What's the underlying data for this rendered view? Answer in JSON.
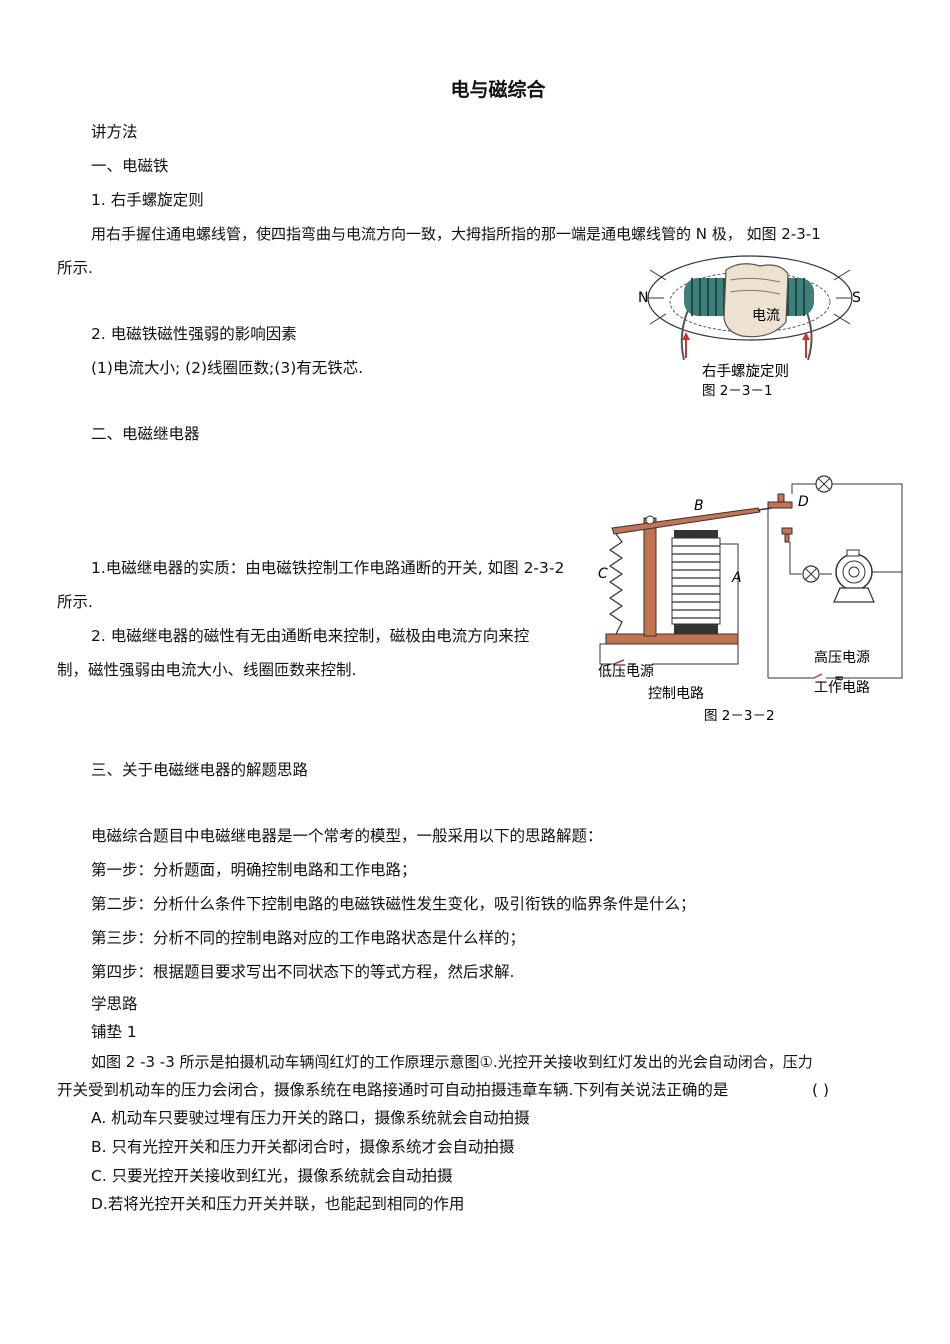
{
  "title": "电与磁综合",
  "section_method": "讲方法",
  "s1": {
    "heading": "一、电磁铁",
    "sub1": "1. 右手螺旋定则",
    "p1_line1": "用右手握住通电螺线管，使四指弯曲与电流方向一致，大拇指所指的那一端是通电螺线管的 N 极， 如图 2-3-1",
    "p1_line2": "所示.",
    "sub2": "2. 电磁铁磁性强弱的影响因素",
    "p2": "(1)电流大小; (2)线圈匝数;(3)有无铁芯.",
    "fig": {
      "n_label": "N",
      "s_label": "S",
      "current_label": "电流",
      "caption_name": "右手螺旋定则",
      "caption_no": "图 2－3－1"
    }
  },
  "s2": {
    "heading": "二、电磁继电器",
    "p1_line1": "1.电磁继电器的实质：由电磁铁控制工作电路通断的开关, 如图 2-3-2",
    "p1_line2": "所示.",
    "p2_line1": "2. 电磁继电器的磁性有无由通断电来控制，磁极由电流方向来控",
    "p2_line2": "制，磁性强弱由电流大小、线圈匝数来控制.",
    "fig": {
      "label_a": "A",
      "label_b": "B",
      "label_c": "C",
      "label_d": "D",
      "low_voltage": "低压电源",
      "control_circuit": "控制电路",
      "high_voltage": "高压电源",
      "work_circuit": "工作电路",
      "caption_no": "图 2－3－2"
    }
  },
  "s3": {
    "heading": "三、关于电磁继电器的解题思路",
    "intro": "电磁综合题目中电磁继电器是一个常考的模型，一般采用以下的思路解题：",
    "steps": [
      "第一步：分析题面，明确控制电路和工作电路；",
      "第二步：分析什么条件下控制电路的电磁铁磁性发生变化，吸引衔铁的临界条件是什么；",
      "第三步：分析不同的控制电路对应的工作电路状态是什么样的；",
      "第四步：根据题目要求写出不同状态下的等式方程，然后求解."
    ]
  },
  "study": {
    "heading": "学思路",
    "sub": "铺垫 1",
    "q_line1": "如图 2 -3 -3 所示是拍摄机动车辆闯红灯的工作原理示意图①.光控开关接收到红灯发出的光会自动闭合，压力",
    "q_line2": "开关受到机动车的压力会闭合，摄像系统在电路接通时可自动拍摄违章车辆.下列有关说法正确的是",
    "q_paren": "(     )",
    "options": [
      "A. 机动车只要驶过埋有压力开关的路口，摄像系统就会自动拍摄",
      "B. 只有光控开关和压力开关都闭合时，摄像系统才会自动拍摄",
      "C. 只要光控开关接收到红光，摄像系统就会自动拍摄",
      "D.若将光控开关和压力开关并联，也能起到相同的作用"
    ]
  },
  "colors": {
    "text": "#111111",
    "coil": "#2f6e6a",
    "hand": "#e9ddc8",
    "wood": "#c47252",
    "line": "#333333",
    "arrow": "#c0392b"
  }
}
